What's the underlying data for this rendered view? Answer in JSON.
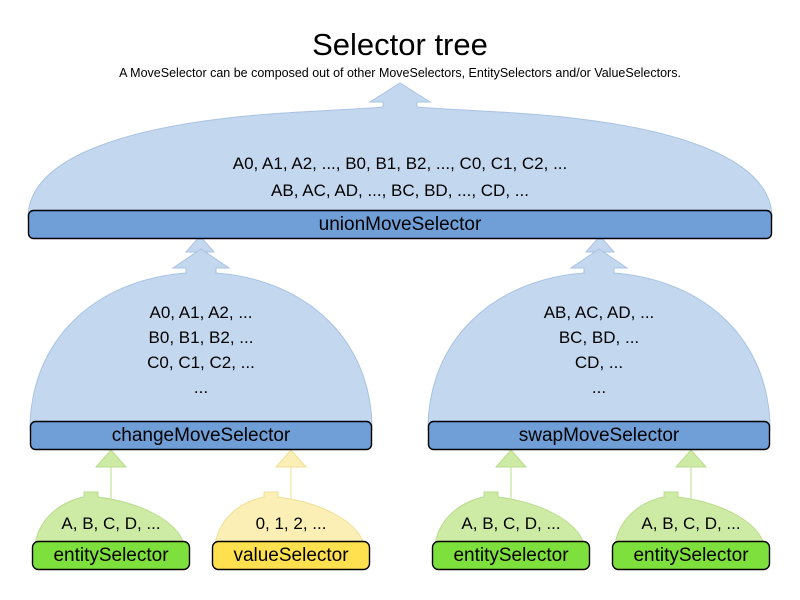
{
  "header": {
    "title": "Selector tree",
    "subtitle": "A MoveSelector can be composed out of other MoveSelectors, EntitySelectors and/or ValueSelectors."
  },
  "colors": {
    "bubble_fill": "#c3d7ef",
    "bubble_stroke": "#a9c3e3",
    "bar_blue_fill": "#6f9fd6",
    "bar_blue_stroke": "#000000",
    "leaf_green_bubble": "#cdeba4",
    "leaf_green_bar": "#7ee03c",
    "leaf_yellow_bubble": "#fbefb5",
    "leaf_yellow_bar": "#ffe14f",
    "arrow_blue": "#c3d7ef",
    "arrow_green": "#cdeba4",
    "arrow_yellow": "#fbefb5",
    "background": "#ffffff",
    "text": "#000000"
  },
  "nodes": {
    "union": {
      "label": "unionMoveSelector",
      "contents": "A0, A1, A2, ..., B0, B1, B2, ..., C0, C1, C2, ...\nAB, AC, AD, ..., BC, BD, ..., CD, ...",
      "kind": "move-selector"
    },
    "change": {
      "label": "changeMoveSelector",
      "contents": "A0, A1, A2, ...\nB0, B1, B2, ...\nC0, C1, C2, ...\n...",
      "kind": "move-selector"
    },
    "swap": {
      "label": "swapMoveSelector",
      "contents": "AB, AC, AD, ...\nBC, BD, ...\nCD, ...\n...",
      "kind": "move-selector"
    },
    "entity_change": {
      "label": "entitySelector",
      "contents": "A, B, C, D, ...",
      "kind": "entity-selector"
    },
    "value_change": {
      "label": "valueSelector",
      "contents": "0, 1, 2, ...",
      "kind": "value-selector"
    },
    "entity_swap_left": {
      "label": "entitySelector",
      "contents": "A, B, C, D, ...",
      "kind": "entity-selector"
    },
    "entity_swap_right": {
      "label": "entitySelector",
      "contents": "A, B, C, D, ...",
      "kind": "entity-selector"
    }
  },
  "edges": [
    {
      "from": "union",
      "to": "output",
      "arrow": "up-arrow-union-out"
    },
    {
      "from": "change",
      "to": "union",
      "arrow": "up-arrow-change-to-union"
    },
    {
      "from": "swap",
      "to": "union",
      "arrow": "up-arrow-swap-to-union"
    },
    {
      "from": "entity_change",
      "to": "change",
      "arrow": "up-arrow-entity-to-change"
    },
    {
      "from": "value_change",
      "to": "change",
      "arrow": "up-arrow-value-to-change"
    },
    {
      "from": "entity_swap_left",
      "to": "swap",
      "arrow": "up-arrow-entity-to-swap-left"
    },
    {
      "from": "entity_swap_right",
      "to": "swap",
      "arrow": "up-arrow-entity-to-swap-right"
    }
  ]
}
